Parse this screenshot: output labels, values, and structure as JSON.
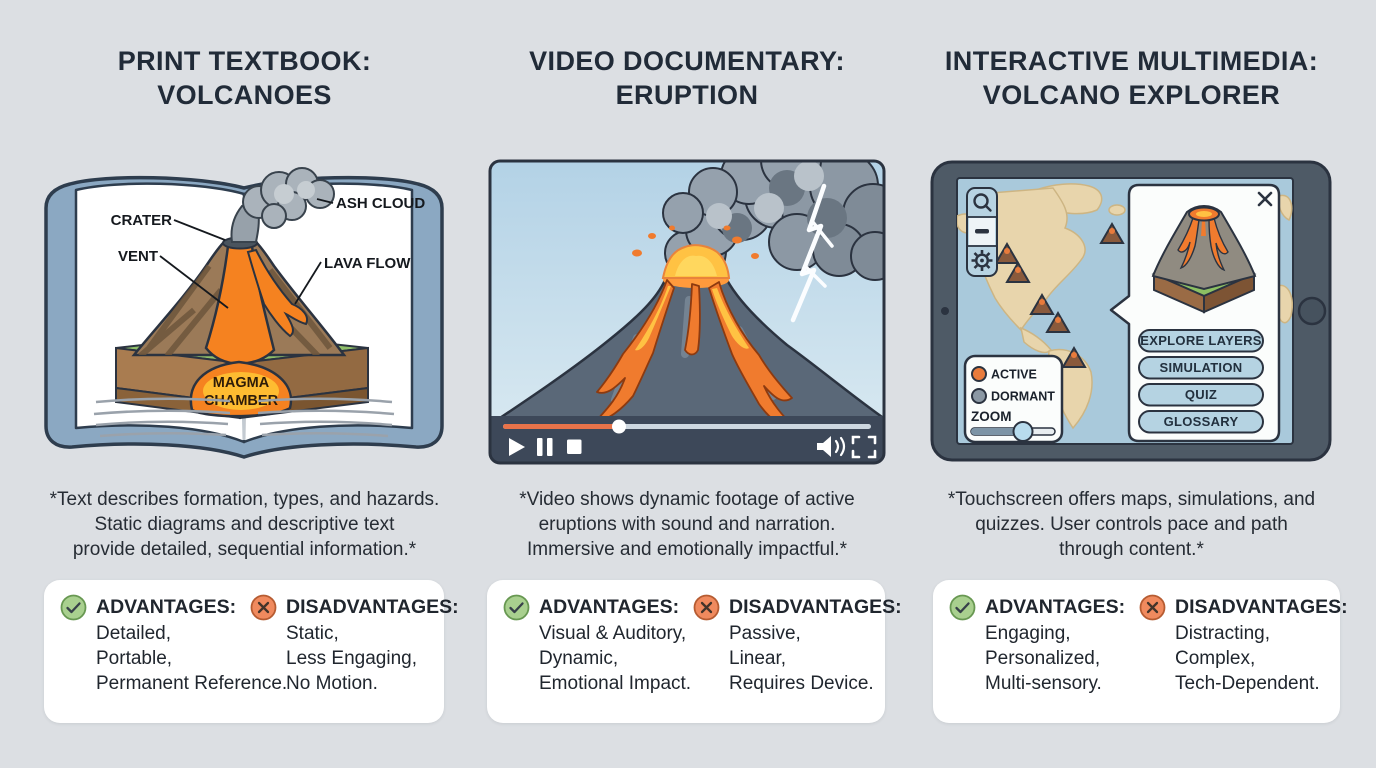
{
  "colors": {
    "background": "#dcdfe3",
    "title_text": "#212b38",
    "body_text": "#262c34",
    "card_background": "#ffffff",
    "advantage_green": "#a9d08f",
    "disadvantage_orange": "#f08a5e",
    "accent_orange": "#e8734a",
    "book_cover_blue": "#8ba8c2",
    "magma_orange": "#f58220",
    "player_bar": "#3d4859",
    "tablet_frame": "#4e5a66",
    "map_ocean": "#a9c9db",
    "map_land": "#e8d5ac",
    "ui_button_blue": "#b5d3e2"
  },
  "columns": [
    {
      "title_line1": "PRINT TEXTBOOK:",
      "title_line2": "VOLCANOES",
      "description_lines": [
        "*Text describes formation, types, and hazards.",
        "Static diagrams and descriptive text",
        "provide detailed, sequential information.*"
      ],
      "advantages": {
        "heading": "ADVANTAGES:",
        "items": [
          "Detailed,",
          "Portable,",
          "Permanent Reference."
        ]
      },
      "disadvantages": {
        "heading": "DISADVANTAGES:",
        "items": [
          "Static,",
          "Less Engaging,",
          "No Motion."
        ]
      }
    },
    {
      "title_line1": "VIDEO DOCUMENTARY:",
      "title_line2": "ERUPTION",
      "description_lines": [
        "*Video shows dynamic footage of active",
        "eruptions with sound and narration.",
        "Immersive and emotionally impactful.*"
      ],
      "advantages": {
        "heading": "ADVANTAGES:",
        "items": [
          "Visual & Auditory,",
          "Dynamic,",
          "Emotional Impact."
        ]
      },
      "disadvantages": {
        "heading": "DISADVANTAGES:",
        "items": [
          "Passive,",
          "Linear,",
          "Requires Device."
        ]
      }
    },
    {
      "title_line1": "INTERACTIVE MULTIMEDIA:",
      "title_line2": "VOLCANO EXPLORER",
      "description_lines": [
        "*Touchscreen offers maps, simulations, and",
        "quizzes. User controls pace and path",
        "through content.*"
      ],
      "advantages": {
        "heading": "ADVANTAGES:",
        "items": [
          "Engaging,",
          "Personalized,",
          "Multi-sensory."
        ]
      },
      "disadvantages": {
        "heading": "DISADVANTAGES:",
        "items": [
          "Distracting,",
          "Complex,",
          "Tech-Dependent."
        ]
      }
    }
  ],
  "book_diagram": {
    "labels": {
      "crater": "CRATER",
      "vent": "VENT",
      "ash_cloud": "ASH CLOUD",
      "lava_flow": "LAVA FLOW",
      "magma_line1": "MAGMA",
      "magma_line2": "CHAMBER"
    }
  },
  "video_player": {
    "control_icons": [
      "play",
      "pause",
      "stop",
      "volume",
      "fullscreen"
    ],
    "progress_percent": 32
  },
  "tablet_app": {
    "toolbar_icons": [
      "search",
      "zoom-out",
      "settings"
    ],
    "close_icon": "x",
    "legend": {
      "active": "ACTIVE",
      "dormant": "DORMANT",
      "zoom_label": "ZOOM"
    },
    "zoom_slider_percent": 62,
    "menu_buttons": [
      "EXPLORE LAYERS",
      "SIMULATION",
      "QUIZ",
      "GLOSSARY"
    ]
  }
}
